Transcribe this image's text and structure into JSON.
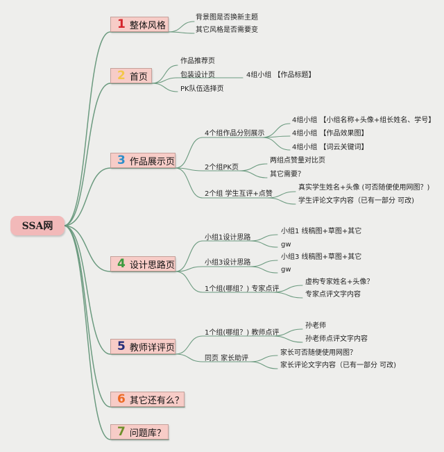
{
  "root": {
    "label": "SSA网"
  },
  "colors": {
    "line": "#6b9a7f",
    "box_fill": "#f7ccc7",
    "root_fill": "#f2b9b9"
  },
  "sections": [
    {
      "number": "1",
      "label": "整体风格",
      "color": "#d4242b",
      "children": [
        "背景图是否换新主题",
        "其它风格是否需要变"
      ]
    },
    {
      "number": "2",
      "label": "首页",
      "color": "#f3c74a",
      "children": [
        "作品推荐页",
        "包装设计页",
        "PK队伍选择页"
      ],
      "packaging_child": "4组小组 【作品标题】"
    },
    {
      "number": "3",
      "label": "作品展示页",
      "color": "#2d8ec9",
      "children": [
        "4个组作品分别展示",
        "2个组PK页",
        "2个组 学生互评+点赞"
      ],
      "showcase_children": [
        "4组小组 【小组名称+头像+组长姓名、学号】",
        "4组小组 【作品效果图】",
        "4组小组 【词云关键词】"
      ],
      "pk_children": [
        "两组点赞量对比页",
        "其它需要？"
      ],
      "review_children": [
        "真实学生姓名+头像 (可否随便使用网图？)",
        "学生评论文字内容（已有一部分 可改)"
      ]
    },
    {
      "number": "4",
      "label": "设计思路页",
      "color": "#3c9a3e",
      "children": [
        "小组1设计思路",
        "小组3设计思路",
        "1个组(哪组？) 专家点评"
      ],
      "group1_children": [
        "小组1 线稿图+草图+其它",
        "gw"
      ],
      "group3_children": [
        "小组3 线稿图+草图+其它",
        "gw"
      ],
      "expert_children": [
        "虚构专家姓名+头像？",
        "专家点评文字内容"
      ]
    },
    {
      "number": "5",
      "label": "教师详评页",
      "color": "#262e7a",
      "children": [
        "1个组(哪组？) 教师点评",
        "同页 家长助评"
      ],
      "teacher_children": [
        "孙老师",
        "孙老师点评文字内容"
      ],
      "parent_children": [
        "家长可否随便使用网图？",
        "家长评论文字内容（已有一部分 可改)"
      ]
    },
    {
      "number": "6",
      "label": "其它还有么？",
      "color": "#ec6a24",
      "children": []
    },
    {
      "number": "7",
      "label": "问题库？",
      "color": "#6e8f2a",
      "children": []
    }
  ]
}
